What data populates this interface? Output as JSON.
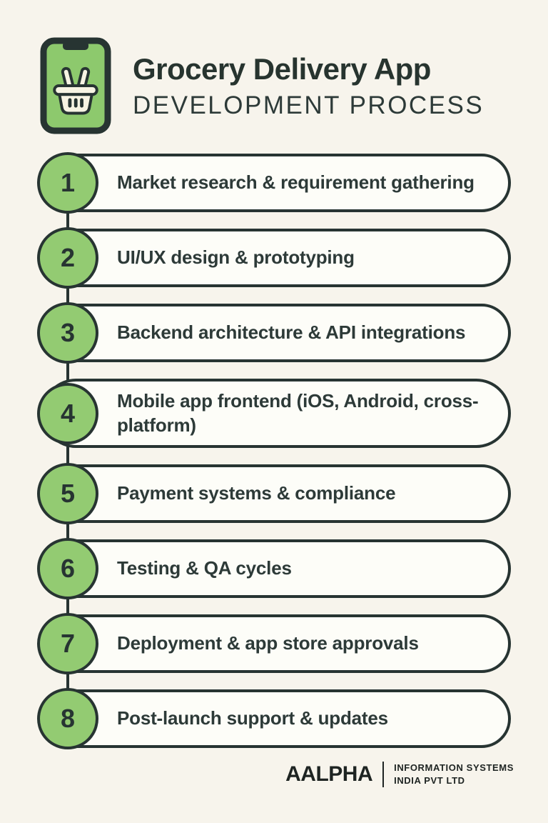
{
  "header": {
    "title": "Grocery Delivery App",
    "subtitle": "DEVELOPMENT PROCESS",
    "icon": "grocery-app-phone-basket-icon"
  },
  "steps": [
    {
      "number": "1",
      "label": "Market research & requirement gathering"
    },
    {
      "number": "2",
      "label": "UI/UX design & prototyping"
    },
    {
      "number": "3",
      "label": "Backend architecture & API integrations"
    },
    {
      "number": "4",
      "label": "Mobile app frontend (iOS, Android, cross-platform)"
    },
    {
      "number": "5",
      "label": "Payment systems & compliance"
    },
    {
      "number": "6",
      "label": "Testing & QA cycles"
    },
    {
      "number": "7",
      "label": "Deployment & app store approvals"
    },
    {
      "number": "8",
      "label": "Post-launch support & updates"
    }
  ],
  "footer": {
    "brand": "AALPHA",
    "org_line1": "INFORMATION SYSTEMS",
    "org_line2": "INDIA PVT LTD"
  },
  "colors": {
    "background": "#f7f4ec",
    "pill_background": "#fdfdf8",
    "outline_dark": "#273432",
    "accent_green": "#93cb72",
    "text_dark": "#2d3a38"
  }
}
